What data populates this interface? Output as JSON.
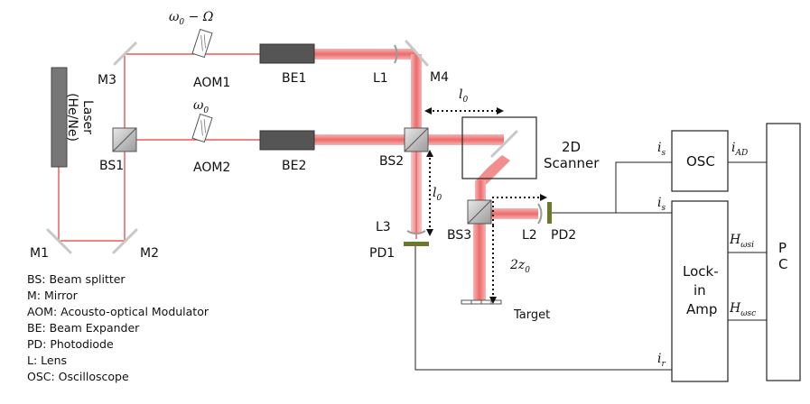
{
  "components": {
    "laser": "Laser",
    "laser_type": "(He/Ne)",
    "bs1": "BS1",
    "bs2": "BS2",
    "bs3": "BS3",
    "m1": "M1",
    "m2": "M2",
    "m3": "M3",
    "m4": "M4",
    "aom1": "AOM1",
    "aom2": "AOM2",
    "be1": "BE1",
    "be2": "BE2",
    "l1": "L1",
    "l2": "L2",
    "l3": "L3",
    "pd1": "PD1",
    "pd2": "PD2",
    "scanner_line1": "2D",
    "scanner_line2": "Scanner",
    "target": "Target",
    "osc": "OSC",
    "lockin_line1": "Lock-",
    "lockin_line2": "in",
    "lockin_line3": "Amp",
    "pc_line1": "P",
    "pc_line2": "C"
  },
  "math": {
    "aom1_freq": "ω",
    "aom1_freq_sub": "0",
    "aom1_freq_suffix": " − Ω",
    "aom2_freq": "ω",
    "aom2_freq_sub": "0",
    "l0_top": "l",
    "l0_top_sub": "0",
    "l0_side": "l",
    "l0_side_sub": "0",
    "two_z0": "2z",
    "two_z0_sub": "0",
    "is_osc": "i",
    "is_osc_sub": "s",
    "is_lockin": "i",
    "is_lockin_sub": "s",
    "iad": "i",
    "iad_sub": "AD",
    "ir": "i",
    "ir_sub": "r",
    "hsm": "H",
    "hsm_sub": "ωsi",
    "hsc": "H",
    "hsc_sub": "ωsc"
  },
  "legend": [
    "BS: Beam splitter",
    "M: Mirror",
    "AOM: Acousto-optical Modulator",
    "BE: Beam Expander",
    "PD: Photodiode",
    "L: Lens",
    "OSC: Oscilloscope"
  ],
  "colors": {
    "beam_thin": "#e23a3a",
    "beam_wide": "#f39a9a",
    "mirror": "#c8c8c8",
    "laser_body": "#777777",
    "expander": "#555555",
    "detector": "#6b7a2a",
    "wire": "#222222"
  }
}
